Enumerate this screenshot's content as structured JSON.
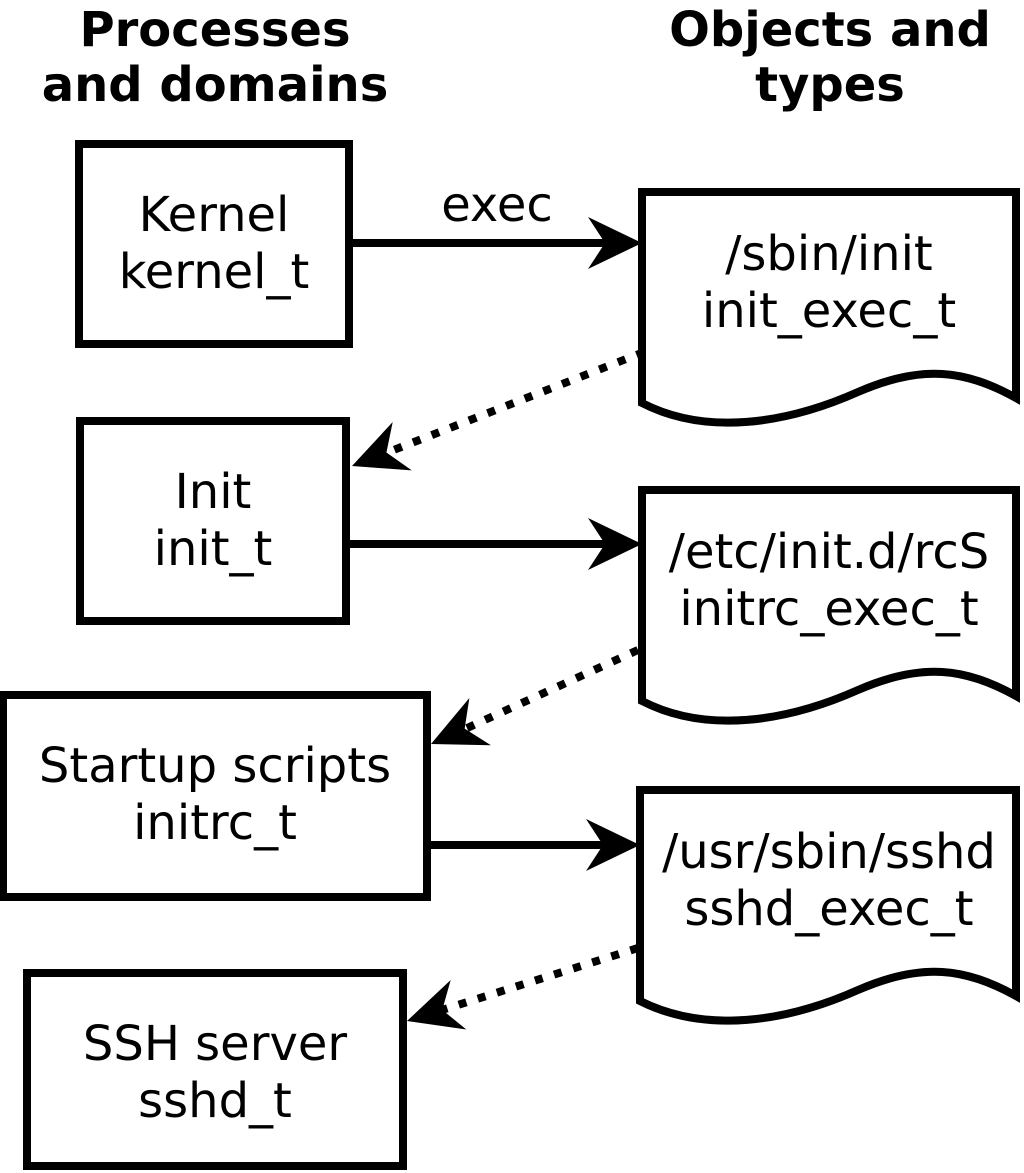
{
  "colors": {
    "ink": "#000000",
    "background": "#ffffff"
  },
  "headers": {
    "left": {
      "line1": "Processes",
      "line2": "and domains"
    },
    "right": {
      "line1": "Objects and",
      "line2": "types"
    }
  },
  "processes": [
    {
      "name": "Kernel",
      "domain": "kernel_t"
    },
    {
      "name": "Init",
      "domain": "init_t"
    },
    {
      "name": "Startup scripts",
      "domain": "initrc_t"
    },
    {
      "name": "SSH server",
      "domain": "sshd_t"
    }
  ],
  "objects": [
    {
      "path": "/sbin/init",
      "type": "init_exec_t"
    },
    {
      "path": "/etc/init.d/rcS",
      "type": "initrc_exec_t"
    },
    {
      "path": "/usr/sbin/sshd",
      "type": "sshd_exec_t"
    }
  ],
  "edges": {
    "exec_label": "exec"
  }
}
